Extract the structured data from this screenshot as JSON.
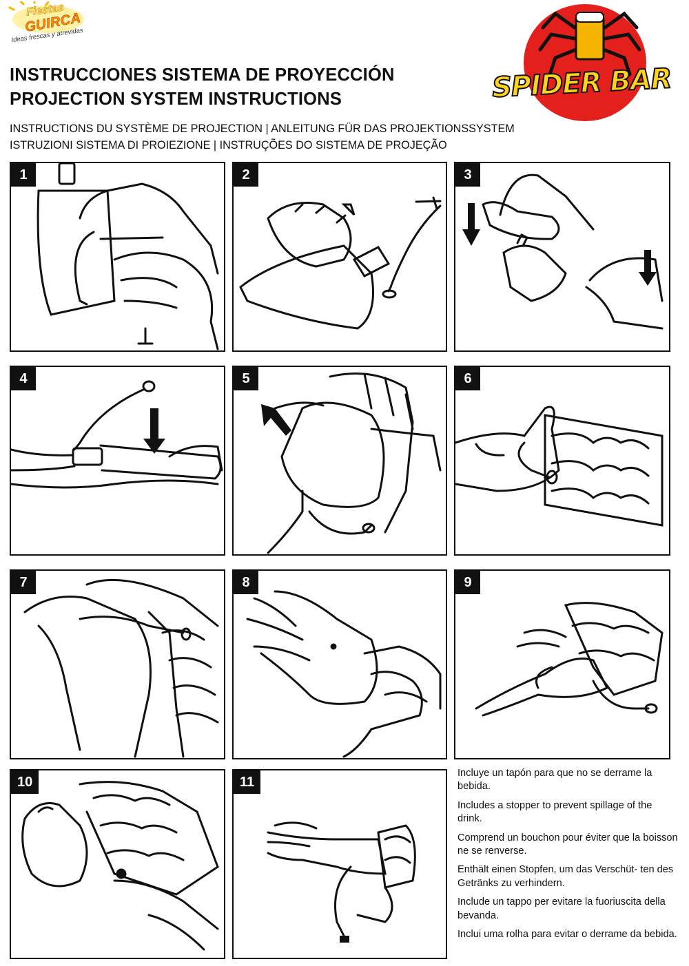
{
  "brand": {
    "line1": "Fiestas",
    "line2": "GUIRCA",
    "tagline": "Ideas frescas y atrevidas",
    "icon": "sun-icon"
  },
  "logo": {
    "text": "SPIDER BAR",
    "icon": "spider-beer-icon",
    "colors": {
      "disc": "#e3201b",
      "text": "#ffd21f"
    }
  },
  "titles": {
    "es": "INSTRUCCIONES SISTEMA DE PROYECCIÓN",
    "en": "PROJECTION SYSTEM INSTRUCTIONS",
    "fr_de": "INSTRUCTIONS DU SYSTÈME DE PROJECTION | ANLEITUNG FÜR DAS PROJEKTIONSSYSTEM",
    "it_pt": "ISTRUZIONI SISTEMA DI PROIEZIONE | INSTRUÇÕES DO SISTEMA DE PROJEÇÃO"
  },
  "steps": [
    {
      "number": "1",
      "icon": "drink-pouch-icon"
    },
    {
      "number": "2",
      "icon": "pouch-tube-icon"
    },
    {
      "number": "3",
      "icon": "connect-tube-icon"
    },
    {
      "number": "4",
      "icon": "squeeze-arrow-icon"
    },
    {
      "number": "5",
      "icon": "insert-sleeve-icon"
    },
    {
      "number": "6",
      "icon": "sleeve-tube-icon"
    },
    {
      "number": "7",
      "icon": "wrist-tube-icon"
    },
    {
      "number": "8",
      "icon": "glove-icon"
    },
    {
      "number": "9",
      "icon": "palm-tube-icon"
    },
    {
      "number": "10",
      "icon": "press-button-icon"
    },
    {
      "number": "11",
      "icon": "tube-stopper-icon"
    }
  ],
  "notes": [
    "Incluye un tapón para que no se derrame la bebida.",
    "Includes a stopper to prevent spillage of the drink.",
    "Comprend un bouchon pour éviter que la boisson ne se renverse.",
    "Enthält einen Stopfen, um das Verschüt- ten des Getränks zu verhindern.",
    "Include un tappo per evitare la fuoriuscita della bevanda.",
    "Inclui uma rolha para evitar o derrame da bebida."
  ]
}
